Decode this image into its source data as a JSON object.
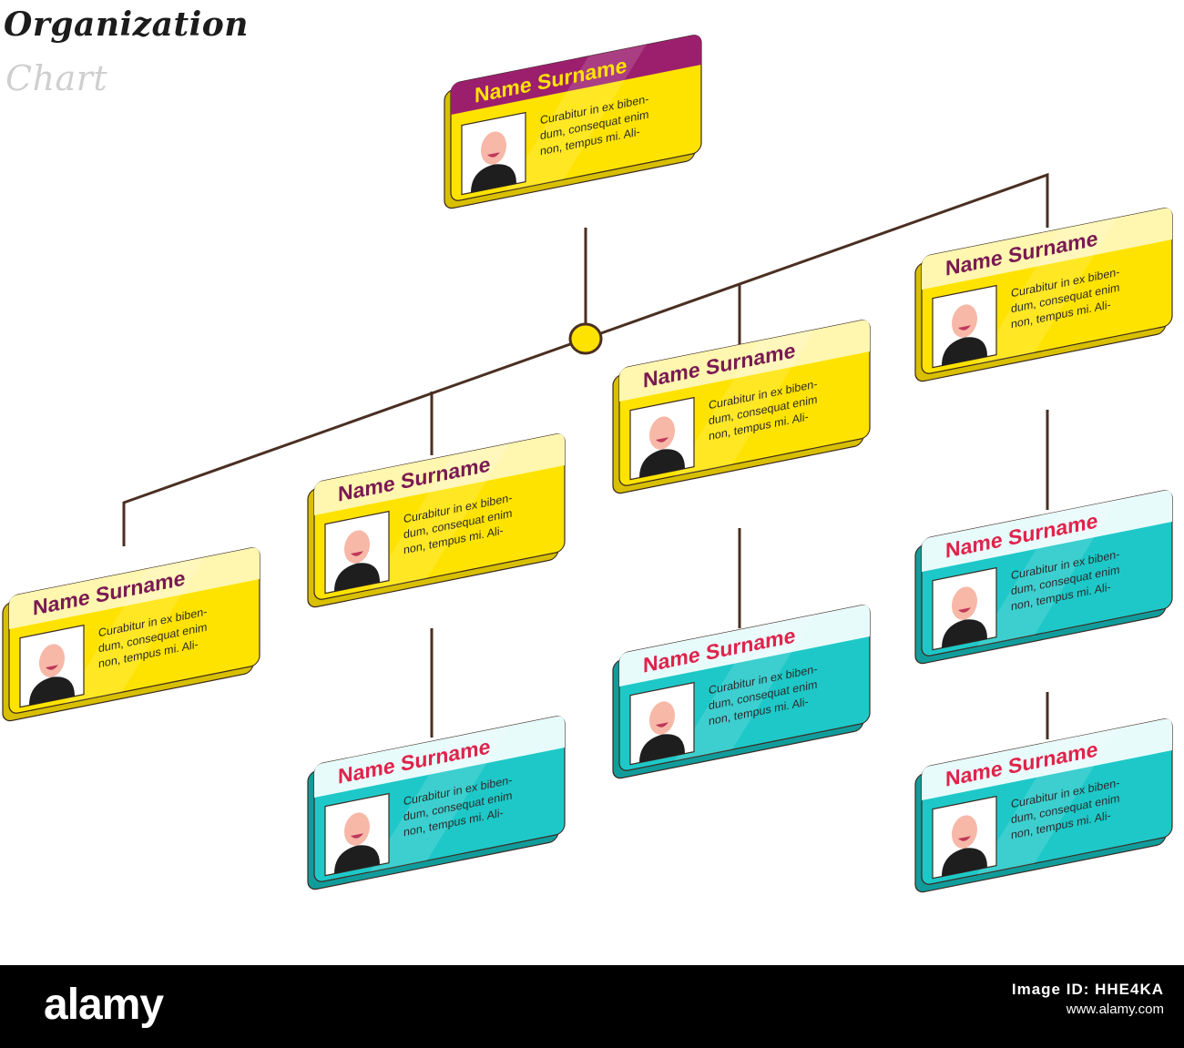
{
  "title": {
    "line1": "Organization",
    "line2": "Chart"
  },
  "colors": {
    "yellow_face": "#ffe300",
    "yellow_side": "#d8bf00",
    "teal_face": "#1ec8c8",
    "teal_side": "#119c9c",
    "purple_header": "#9c1f6e",
    "name_purple": "#7a1a52",
    "name_red": "#e0234b",
    "connector": "#4a2f22"
  },
  "nodes": [
    {
      "id": "top",
      "name": "Name  Surname",
      "description": [
        "Curabitur in ex biben-",
        "dum, consequat enim",
        "non, tempus mi. Ali-"
      ],
      "style": "top",
      "icon": "person-avatar-icon"
    },
    {
      "id": "col1-manager",
      "name": "Name  Surname",
      "description": [
        "Curabitur in ex biben-",
        "dum, consequat enim",
        "non, tempus mi. Ali-"
      ],
      "style": "yellow",
      "icon": "person-avatar-icon"
    },
    {
      "id": "col2-manager",
      "name": "Name  Surname",
      "description": [
        "Curabitur in ex biben-",
        "dum, consequat enim",
        "non, tempus mi. Ali-"
      ],
      "style": "yellow",
      "icon": "person-avatar-icon"
    },
    {
      "id": "col3-manager",
      "name": "Name  Surname",
      "description": [
        "Curabitur in ex biben-",
        "dum, consequat enim",
        "non, tempus mi. Ali-"
      ],
      "style": "yellow",
      "icon": "person-avatar-icon"
    },
    {
      "id": "col4-manager",
      "name": "Name  Surname",
      "description": [
        "Curabitur in ex biben-",
        "dum, consequat enim",
        "non, tempus mi. Ali-"
      ],
      "style": "yellow",
      "icon": "person-avatar-icon"
    },
    {
      "id": "col2-staff",
      "name": "Name  Surname",
      "description": [
        "Curabitur in ex biben-",
        "dum, consequat enim",
        "non, tempus mi. Ali-"
      ],
      "style": "teal",
      "icon": "person-avatar-icon"
    },
    {
      "id": "col3-staff",
      "name": "Name  Surname",
      "description": [
        "Curabitur in ex biben-",
        "dum, consequat enim",
        "non, tempus mi. Ali-"
      ],
      "style": "teal",
      "icon": "person-avatar-icon"
    },
    {
      "id": "col4-staff-1",
      "name": "Name  Surname",
      "description": [
        "Curabitur in ex biben-",
        "dum, consequat enim",
        "non, tempus mi. Ali-"
      ],
      "style": "teal",
      "icon": "person-avatar-icon"
    },
    {
      "id": "col4-staff-2",
      "name": "Name  Surname",
      "description": [
        "Curabitur in ex biben-",
        "dum, consequat enim",
        "non, tempus mi. Ali-"
      ],
      "style": "teal",
      "icon": "person-avatar-icon"
    }
  ],
  "edges": [
    {
      "from": "top",
      "to": "col1-manager"
    },
    {
      "from": "top",
      "to": "col2-manager"
    },
    {
      "from": "top",
      "to": "col3-manager"
    },
    {
      "from": "top",
      "to": "col4-manager"
    },
    {
      "from": "col2-manager",
      "to": "col2-staff"
    },
    {
      "from": "col3-manager",
      "to": "col3-staff"
    },
    {
      "from": "col4-manager",
      "to": "col4-staff-1"
    },
    {
      "from": "col4-staff-1",
      "to": "col4-staff-2"
    }
  ],
  "footer": {
    "logo": "alamy",
    "image_id_line": "Image ID: HHE4KA",
    "url": "www.alamy.com"
  }
}
